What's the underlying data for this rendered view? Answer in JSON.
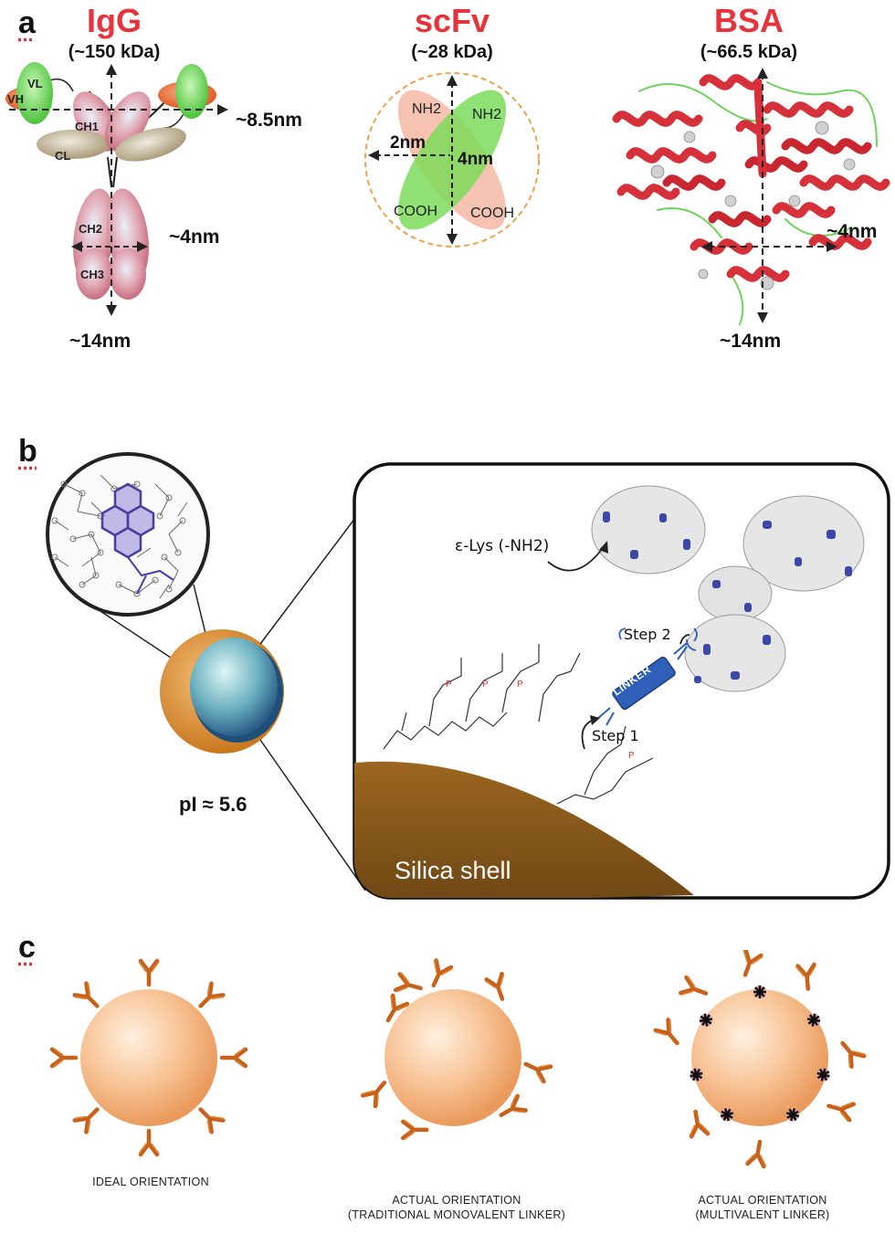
{
  "panel_a": {
    "letter": "a",
    "igg": {
      "title": "IgG",
      "mass": "(~150 kDa)",
      "width_label": "~8.5nm",
      "mid_label": "~4nm",
      "height_label": "~14nm",
      "domains": [
        "VH",
        "VL",
        "CH1",
        "CL",
        "CH2",
        "CH3"
      ]
    },
    "scfv": {
      "title": "scFv",
      "mass": "(~28 kDa)",
      "labels": [
        "NH2",
        "NH2",
        "2nm",
        "4nm",
        "COOH",
        "COOH"
      ]
    },
    "bsa": {
      "title": "BSA",
      "mass": "(~66.5 kDa)",
      "width_label": "~4nm",
      "height_label": "~14nm"
    }
  },
  "panel_b": {
    "letter": "b",
    "pi_label": "pI ≈ 5.6",
    "lys_label": "ε-Lys (-NH2)",
    "step1": "Step 1",
    "step2": "Step 2",
    "linker": "LINKER",
    "shell_label": "Silica shell"
  },
  "panel_c": {
    "letter": "c",
    "captions": [
      {
        "line1": "IDEAL ORIENTATION",
        "line2": ""
      },
      {
        "line1": "ACTUAL ORIENTATION",
        "line2": "(TRADITIONAL MONOVALENT LINKER)"
      },
      {
        "line1": "ACTUAL ORIENTATION",
        "line2": "(MULTIVALENT LINKER)"
      }
    ]
  },
  "colors": {
    "title_red": "#e8333d",
    "antibody_orange": "#c8621a",
    "sphere_orange": "#f4b27c",
    "igg_pink": "#d98b9a",
    "vh_orange": "#e8703a",
    "vl_green": "#7ddc5a",
    "cl_tan": "#c7b99a",
    "protein_red": "#d6313a",
    "silica_brown": "#8a5a1c",
    "lysine_blue": "#3b48a8"
  }
}
